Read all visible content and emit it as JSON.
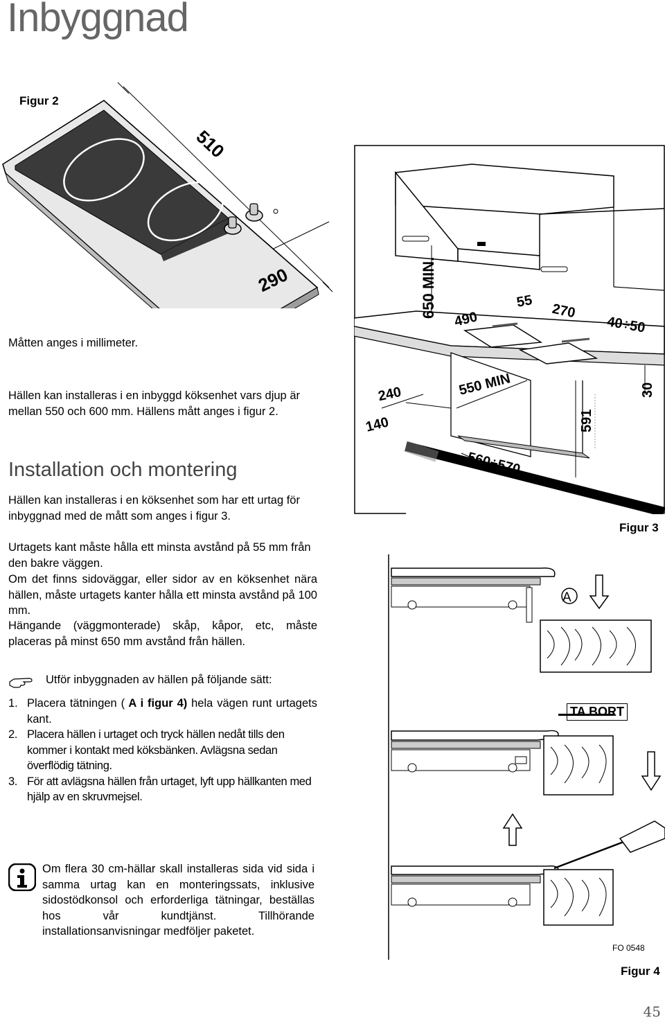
{
  "title": "Inbyggnad",
  "figure2": {
    "caption": "Figur 2",
    "dim_width": "510",
    "dim_depth": "290"
  },
  "measurement_note": "Måtten anges i millimeter.",
  "intro_text": "Hällen kan installeras i en inbyggd köksenhet vars djup är mellan 550 och 600 mm. Hällens mått anges i figur 2.",
  "section_heading": "Installation och montering",
  "para1": "Hällen kan installeras i en köksenhet som har ett urtag för inbyggnad med de mått som anges i figur 3.",
  "para2": "Urtagets kant måste hålla ett minsta avstånd på 55 mm från den bakre väggen.",
  "para3": "Om det finns sidoväggar, eller sidor av en köksenhet nära hällen, måste urtagets kanter hålla ett minsta avstånd på 100 mm.",
  "para4": "Hängande (väggmonterade) skåp, kåpor, etc, måste placeras på minst 650 mm avstånd från hällen.",
  "instruction_lead": "Utför inbyggnaden av hällen på följande sätt:",
  "steps": [
    {
      "num": "1.",
      "pre": "Placera tätningen (",
      "bold": " A  i figur 4)",
      "post": " hela vägen runt urtagets kant."
    },
    {
      "num": "2.",
      "text": "Placera hällen i urtaget och tryck hällen nedåt tills den kommer i kontakt med köksbänken. Avlägsna sedan överflödig tätning."
    },
    {
      "num": "3.",
      "text": "För att avlägsna hällen från urtaget, lyft upp hällkanten med hjälp av en skruvmejsel."
    }
  ],
  "info_note": "Om flera 30 cm-hällar skall installeras sida vid sida i samma urtag kan en monteringssats, inklusive sidostödkonsol och erforderliga tätningar, beställas hos vår kundtjänst. Tillhörande installationsanvisningar medföljer paketet.",
  "figure3": {
    "caption": "Figur 3",
    "labels": {
      "min_height": "650 MIN.",
      "d490": "490",
      "d55": "55",
      "d270": "270",
      "d40_50": "40÷50",
      "d240": "240",
      "d550": "550 MIN",
      "d30": "30",
      "d140": "140",
      "d591": "591",
      "d560_570": "560÷570"
    }
  },
  "figure4": {
    "caption": "Figur 4",
    "label_a": "A",
    "label_remove": "TA BORT",
    "code": "FO  0548"
  },
  "page_number": "45"
}
